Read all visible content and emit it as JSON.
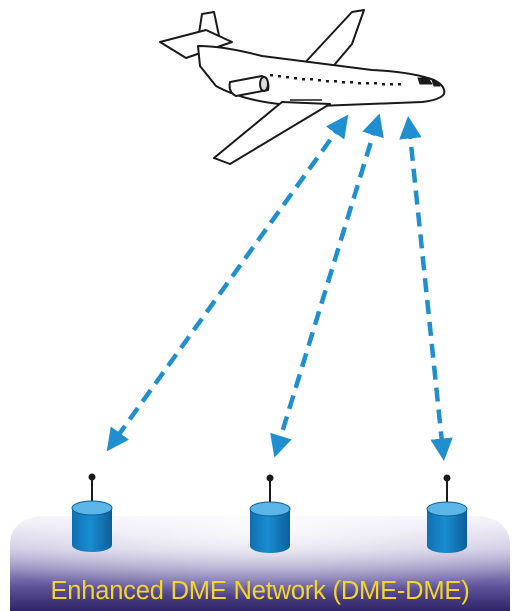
{
  "caption": {
    "text": "Enhanced DME Network (DME-DME)"
  },
  "colors": {
    "signal_arrow": "#1f8fcf",
    "station_fill": "#1585c6",
    "station_top": "#5bb5e6",
    "ground_base": "#3a2f78",
    "ground_light": "#f2f0f8",
    "caption_text": "#f4d62a",
    "aircraft_body": "#ffffff",
    "aircraft_outline": "#1a1a1a",
    "antenna": "#1a1a1a"
  },
  "icons": {
    "aircraft": "airliner-icon",
    "station": "dme-ground-station-icon",
    "link": "bidirectional-arrow-icon"
  },
  "stations": [
    {
      "id": "dme-1"
    },
    {
      "id": "dme-2"
    },
    {
      "id": "dme-3"
    }
  ]
}
